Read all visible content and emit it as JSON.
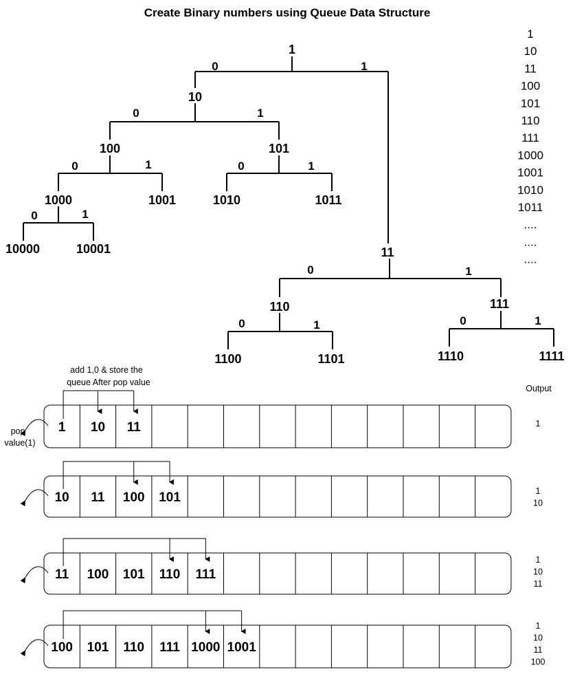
{
  "title": "Create Binary numbers using Queue Data Structure",
  "sequence": [
    "1",
    "10",
    "11",
    "100",
    "101",
    "110",
    "111",
    "1000",
    "1001",
    "1010",
    "1011",
    "....",
    "....",
    "...."
  ],
  "tree": {
    "root": "1",
    "nodes": [
      {
        "id": "n1",
        "label": "1"
      },
      {
        "id": "n10",
        "label": "10"
      },
      {
        "id": "n11",
        "label": "11"
      },
      {
        "id": "n100",
        "label": "100"
      },
      {
        "id": "n101",
        "label": "101"
      },
      {
        "id": "n110",
        "label": "110"
      },
      {
        "id": "n111",
        "label": "111"
      },
      {
        "id": "n1000",
        "label": "1000"
      },
      {
        "id": "n1001",
        "label": "1001"
      },
      {
        "id": "n1010",
        "label": "1010"
      },
      {
        "id": "n1011",
        "label": "1011"
      },
      {
        "id": "n1100",
        "label": "1100"
      },
      {
        "id": "n1101",
        "label": "1101"
      },
      {
        "id": "n1110",
        "label": "1110"
      },
      {
        "id": "n1111",
        "label": "1111"
      },
      {
        "id": "n10000",
        "label": "10000"
      },
      {
        "id": "n10001",
        "label": "10001"
      }
    ],
    "edges": [
      {
        "from": "n1",
        "to": "n10",
        "label": "0"
      },
      {
        "from": "n1",
        "to": "n11",
        "label": "1"
      },
      {
        "from": "n10",
        "to": "n100",
        "label": "0"
      },
      {
        "from": "n10",
        "to": "n101",
        "label": "1"
      },
      {
        "from": "n100",
        "to": "n1000",
        "label": "0"
      },
      {
        "from": "n100",
        "to": "n1001",
        "label": "1"
      },
      {
        "from": "n101",
        "to": "n1010",
        "label": "0"
      },
      {
        "from": "n101",
        "to": "n1011",
        "label": "1"
      },
      {
        "from": "n1000",
        "to": "n10000",
        "label": "0"
      },
      {
        "from": "n1000",
        "to": "n10001",
        "label": "1"
      },
      {
        "from": "n11",
        "to": "n110",
        "label": "0"
      },
      {
        "from": "n11",
        "to": "n111",
        "label": "1"
      },
      {
        "from": "n110",
        "to": "n1100",
        "label": "0"
      },
      {
        "from": "n110",
        "to": "n1101",
        "label": "1"
      },
      {
        "from": "n111",
        "to": "n1110",
        "label": "0"
      },
      {
        "from": "n111",
        "to": "n1111",
        "label": "1"
      }
    ]
  },
  "queue_note": "add 1,0 & store the queue After pop value",
  "pop_label": "pop value(1)",
  "output_header": "Output",
  "queues": [
    {
      "cells": [
        "1",
        "10",
        "11"
      ],
      "output": [
        "1"
      ]
    },
    {
      "cells": [
        "10",
        "11",
        "100",
        "101"
      ],
      "output": [
        "1",
        "10"
      ]
    },
    {
      "cells": [
        "11",
        "100",
        "101",
        "110",
        "111"
      ],
      "output": [
        "1",
        "10",
        "11"
      ]
    },
    {
      "cells": [
        "100",
        "101",
        "110",
        "111",
        "1000",
        "1001"
      ],
      "output": [
        "1",
        "10",
        "11",
        "100"
      ]
    }
  ]
}
